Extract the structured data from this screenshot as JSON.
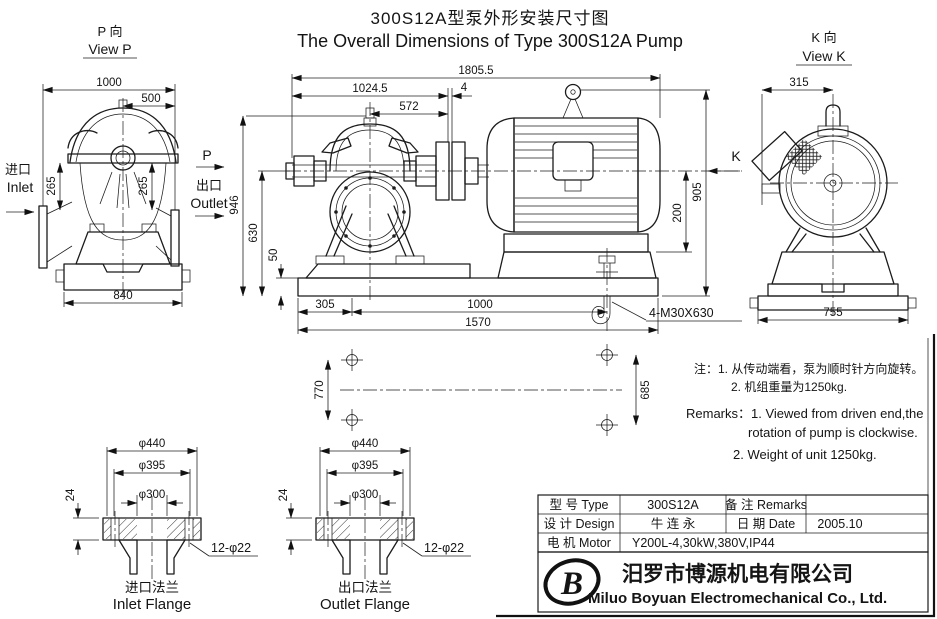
{
  "title": {
    "cn": "300S12A型泵外形安装尺寸图",
    "en": "The Overall Dimensions of Type 300S12A Pump"
  },
  "view_p": {
    "label_cn": "P 向",
    "label_en": "View P",
    "dir": "P",
    "dim_1000": "1000",
    "dim_500": "500",
    "dim_265_left": "265",
    "dim_265_right": "265",
    "dim_840": "840",
    "inlet_cn": "进口",
    "inlet_en": "Inlet",
    "outlet_cn": "出口",
    "outlet_en": "Outlet"
  },
  "main": {
    "dir": "K",
    "dim_1805_5": "1805.5",
    "dim_1024_5": "1024.5",
    "dim_572": "572",
    "dim_4": "4",
    "dim_946": "946",
    "dim_630": "630",
    "dim_50": "50",
    "dim_200": "200",
    "dim_905": "905",
    "dim_305": "305",
    "dim_1000": "1000",
    "dim_1570": "1570",
    "anchor": "4-M30X630"
  },
  "view_k": {
    "label_cn": "K 向",
    "label_en": "View K",
    "dim_315": "315",
    "dim_755": "755"
  },
  "foundation": {
    "dim_770": "770",
    "dim_685": "685"
  },
  "flange_inlet": {
    "d440": "φ440",
    "d395": "φ395",
    "d300": "φ300",
    "t24": "24",
    "holes": "12-φ22",
    "cap_cn": "进口法兰",
    "cap_en": "Inlet Flange"
  },
  "flange_outlet": {
    "d440": "φ440",
    "d395": "φ395",
    "d300": "φ300",
    "t24": "24",
    "holes": "12-φ22",
    "cap_cn": "出口法兰",
    "cap_en": "Outlet Flange"
  },
  "notes": {
    "cn1": "注：1. 从传动端看，泵为顺时针方向旋转。",
    "cn2": "2. 机组重量为1250kg.",
    "en1": "Remarks：1. Viewed from driven end,the",
    "en2": "rotation of pump is  clockwise.",
    "en3": "2. Weight of unit 1250kg."
  },
  "table": {
    "type_label": "型 号 Type",
    "type_value": "300S12A",
    "remarks_label": "备 注 Remarks",
    "remarks_value": "",
    "design_label": "设 计 Design",
    "design_value": "牛 连 永",
    "date_label": "日 期 Date",
    "date_value": "2005.10",
    "motor_label": "电 机 Motor",
    "motor_value": "Y200L-4,30kW,380V,IP44"
  },
  "company": {
    "logo_letter": "B",
    "name_cn": "汨罗市博源机电有限公司",
    "name_en": "Miluo Boyuan Electromechanical Co., Ltd."
  }
}
